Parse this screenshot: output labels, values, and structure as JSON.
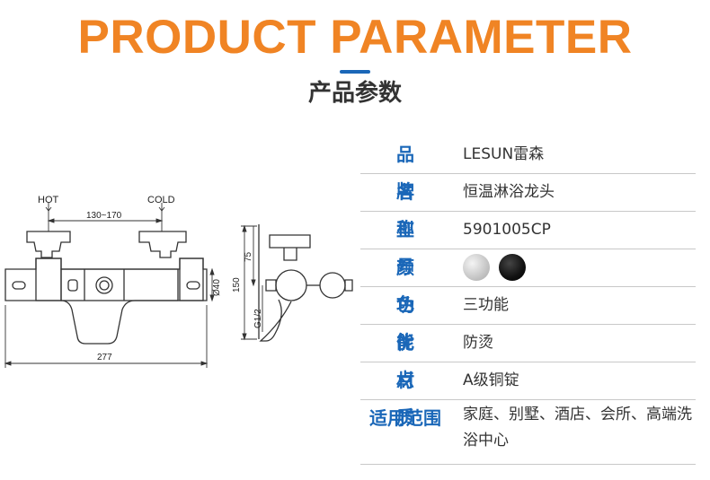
{
  "header": {
    "title": "PRODUCT PARAMETER",
    "subtitle": "产品参数",
    "title_color": "#f08424",
    "accent_color": "#1a67b8"
  },
  "diagram": {
    "hot_label": "HOT",
    "cold_label": "COLD",
    "top_span": "130~170",
    "width_dim": "277",
    "diameter_dim": "Ø40",
    "height_dim": "150",
    "offset_dim": "75",
    "thread_dim": "G1/2"
  },
  "params": [
    {
      "label": "品 牌",
      "value": "LESUN雷森"
    },
    {
      "label": "名 称",
      "value": "恒温淋浴龙头"
    },
    {
      "label": "型 号",
      "value": "5901005CP"
    },
    {
      "label": "颜 色",
      "colors": [
        {
          "name": "chrome",
          "hex": "#c9c9c9"
        },
        {
          "name": "black",
          "hex": "#111111"
        }
      ]
    },
    {
      "label": "功 能",
      "value": "三功能"
    },
    {
      "label": "优 点",
      "value": "防烫"
    },
    {
      "label": "材 质",
      "value": "A级铜锭"
    },
    {
      "label": "适用范围",
      "value": "家庭、别墅、酒店、会所、高端洗浴中心"
    }
  ]
}
